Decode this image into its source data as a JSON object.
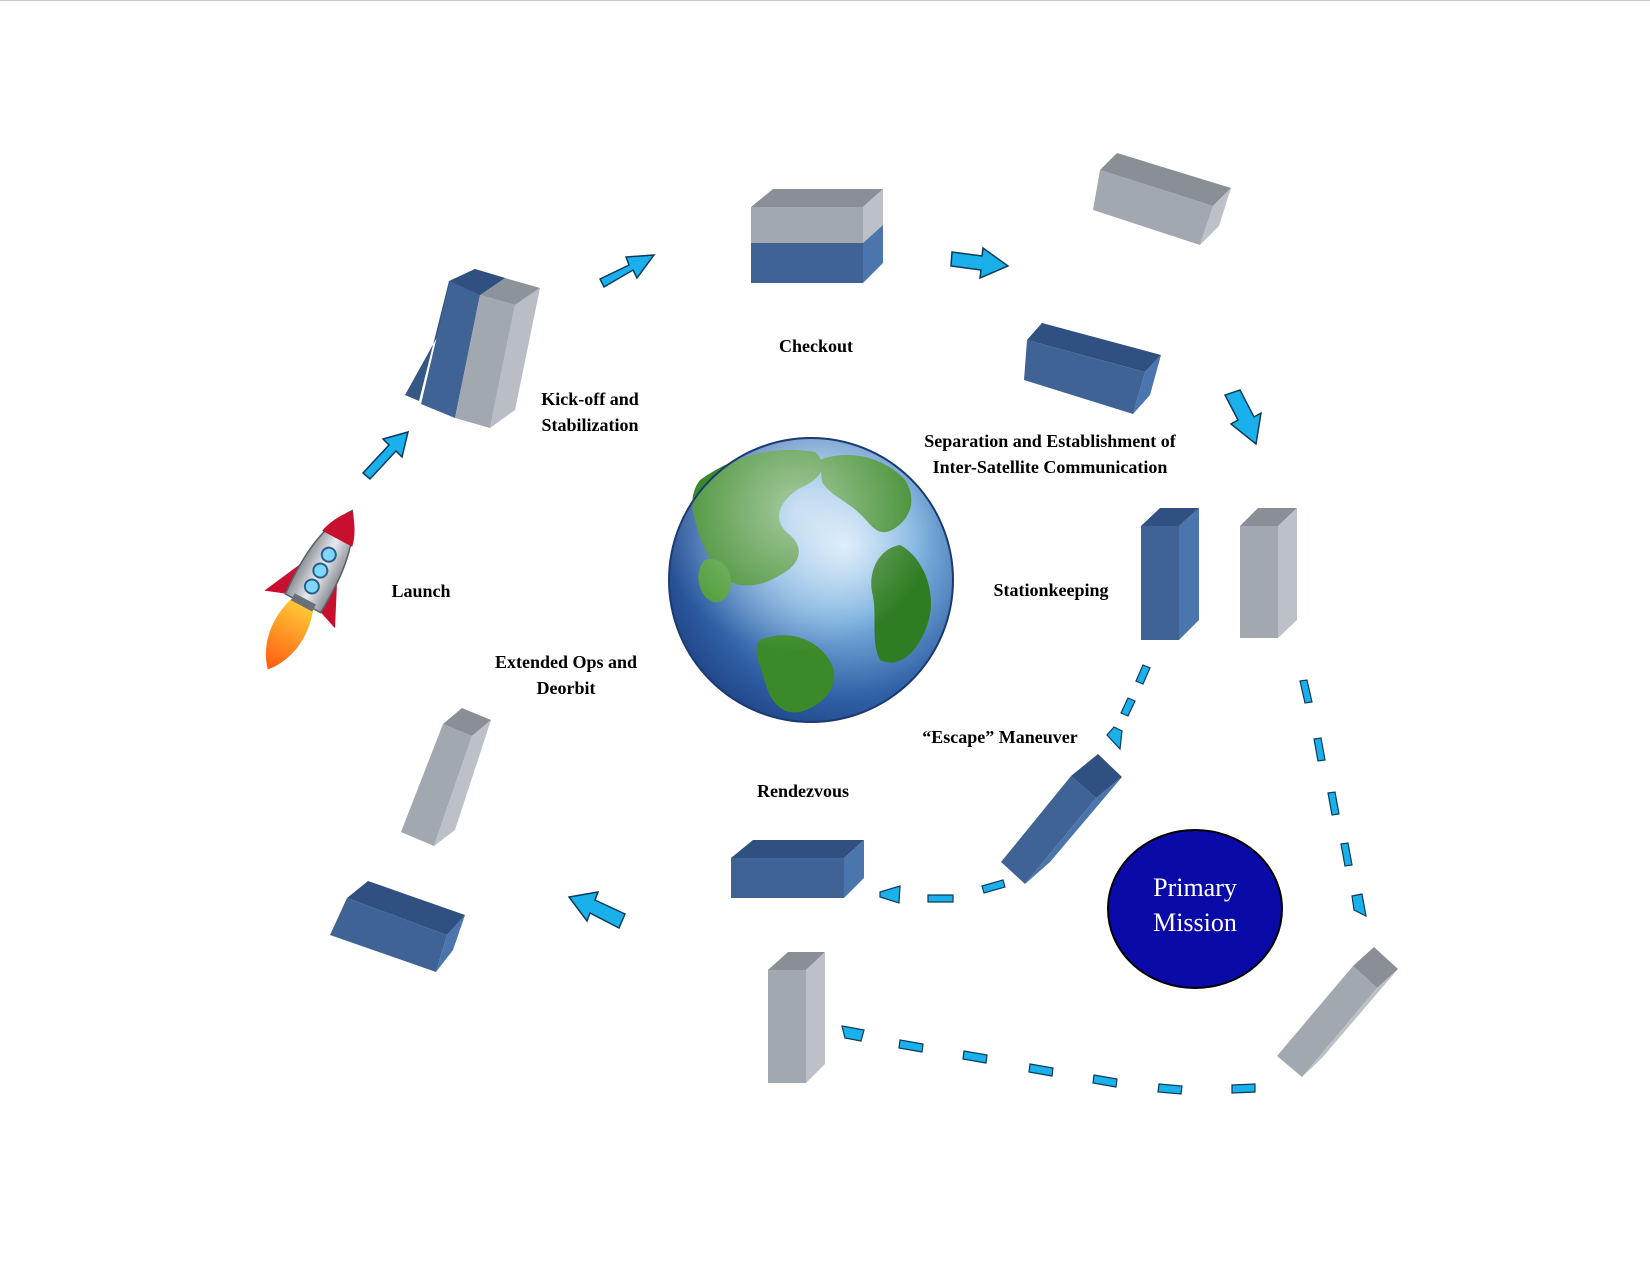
{
  "labels": {
    "launch": "Launch",
    "kickoff_1": "Kick-off and",
    "kickoff_2": "Stabilization",
    "checkout": "Checkout",
    "separation_1": "Separation and Establishment of",
    "separation_2": "Inter-Satellite Communication",
    "stationkeeping": "Stationkeeping",
    "escape": "“Escape” Maneuver",
    "rendezvous": "Rendezvous",
    "extended_1": "Extended Ops and",
    "extended_2": "Deorbit",
    "primary_1": "Primary",
    "primary_2": "Mission"
  },
  "colors": {
    "blue_sat": "#3e6394",
    "gray_sat": "#a2a8b0",
    "arrow": "#1ab0ec",
    "primary_circle": "#0a0aa8"
  },
  "icons": [
    "rocket-icon",
    "earth-globe-icon"
  ]
}
